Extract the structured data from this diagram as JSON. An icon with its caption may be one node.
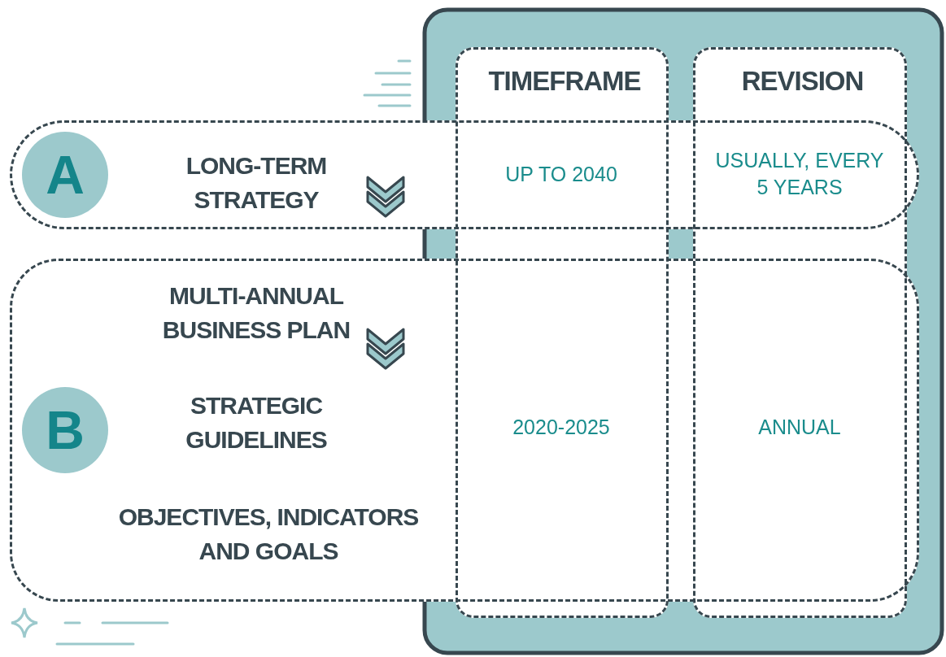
{
  "diagram": {
    "nodes": [
      {
        "text": [
          "LONG-TERM STRATEGY"
        ]
      },
      {
        "text": [
          "A"
        ],
        "in": 0
      },
      {
        "text": [
          "MULTI-ANNUAL BUSINESS PLAN",
          "STRATEGIC GUIDELINES",
          "OBJECTIVES, INDICATORS AND GOALS"
        ]
      },
      {
        "text": [
          "B"
        ],
        "in": 2
      },
      {
        "text": [
          "TIMEFRAME"
        ]
      },
      {
        "text": [
          "REVISION"
        ]
      }
    ],
    "edges": [],
    "labels": [
      "UP TO 2040",
      "USUALLY, EVERY 5 YEARS",
      "2020-2025",
      "ANNUAL"
    ]
  }
}
